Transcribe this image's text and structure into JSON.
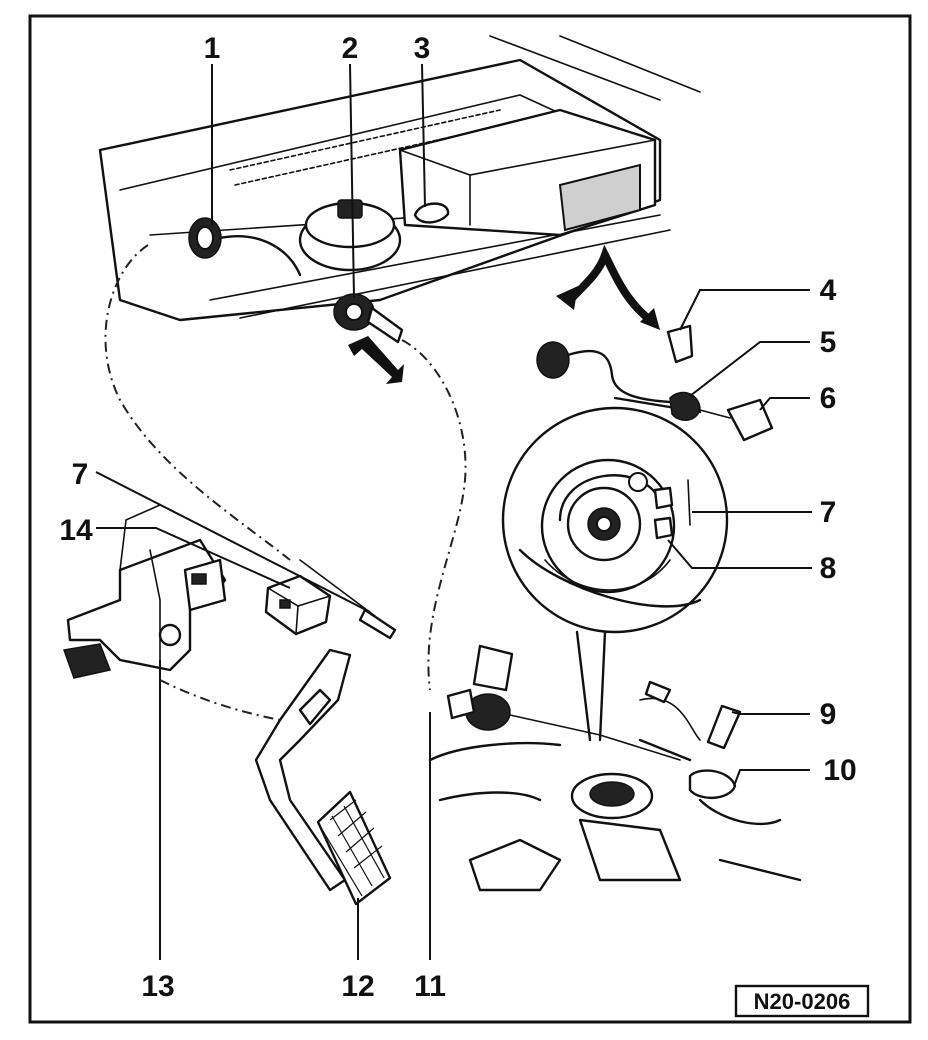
{
  "callouts": [
    {
      "id": "1",
      "label": "1"
    },
    {
      "id": "2",
      "label": "2"
    },
    {
      "id": "3",
      "label": "3"
    },
    {
      "id": "4",
      "label": "4"
    },
    {
      "id": "5",
      "label": "5"
    },
    {
      "id": "6",
      "label": "6"
    },
    {
      "id": "7a",
      "label": "7"
    },
    {
      "id": "7b",
      "label": "7"
    },
    {
      "id": "8",
      "label": "8"
    },
    {
      "id": "9",
      "label": "9"
    },
    {
      "id": "10",
      "label": "10"
    },
    {
      "id": "11",
      "label": "11"
    },
    {
      "id": "12",
      "label": "12"
    },
    {
      "id": "13",
      "label": "13"
    },
    {
      "id": "14",
      "label": "14"
    }
  ],
  "reference_code": "N20-0206"
}
